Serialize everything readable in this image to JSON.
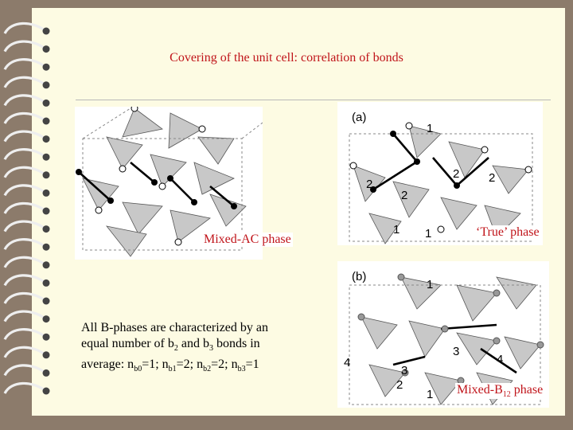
{
  "title": "Covering of the unit cell: correlation of  bonds",
  "figures": {
    "mixed_ac": {
      "caption_a": "Mixed-AC",
      "caption_b": " phase"
    },
    "true_phase": {
      "panel_label": "(a)",
      "caption": "‘True’ phase",
      "numbers": [
        "1",
        "2",
        "2",
        "2",
        "2",
        "1",
        "1"
      ]
    },
    "mixed_b12": {
      "panel_label": "(b)",
      "caption_a": "Mixed-B",
      "caption_sub": "12",
      "caption_b": " phase",
      "numbers": [
        "1",
        "3",
        "4",
        "4",
        "3",
        "2",
        "1"
      ]
    }
  },
  "note": {
    "line1": "All B-phases are characterized by an",
    "line2a": "equal number of b",
    "line2b": "2",
    "line2c": " and b",
    "line2d": "3",
    "line2e": " bonds in",
    "line3a": "average: n",
    "line3b": "b0",
    "line3c": "=1; n",
    "line3d": "b1",
    "line3e": "=2; n",
    "line3f": "b2",
    "line3g": "=2; n",
    "line3h": "b3",
    "line3i": "=1"
  },
  "colors": {
    "frame": "#8c7b6b",
    "page": "#fdfbe3",
    "accent": "#c0141a"
  }
}
